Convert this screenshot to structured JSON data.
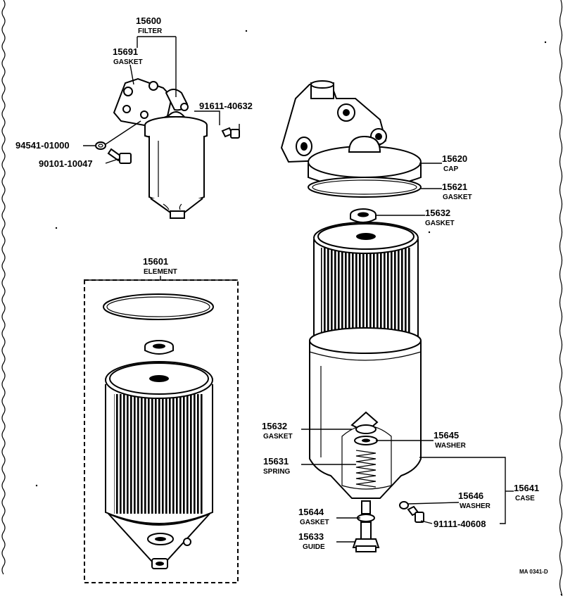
{
  "callouts": {
    "filter": {
      "num": "15600",
      "name": "FILTER"
    },
    "gasket_top": {
      "num": "15691",
      "name": "GASKET"
    },
    "bolt_a": {
      "num": "91611-40632"
    },
    "washer_a": {
      "num": "94541-01000"
    },
    "bolt_b": {
      "num": "90101-10047"
    },
    "element": {
      "num": "15601",
      "name": "ELEMENT"
    },
    "cap": {
      "num": "15620",
      "name": "CAP"
    },
    "cap_gasket": {
      "num": "15621",
      "name": "GASKET"
    },
    "gasket_upper": {
      "num": "15632",
      "name": "GASKET"
    },
    "gasket_inner": {
      "num": "15632",
      "name": "GASKET"
    },
    "spring": {
      "num": "15631",
      "name": "SPRING"
    },
    "washer_inner": {
      "num": "15645",
      "name": "WASHER"
    },
    "case": {
      "num": "15641",
      "name": "CASE"
    },
    "washer_drain": {
      "num": "15646",
      "name": "WASHER"
    },
    "drain_plug": {
      "num": "91111-40608"
    },
    "gasket_guide": {
      "num": "15644",
      "name": "GASKET"
    },
    "guide": {
      "num": "15633",
      "name": "GUIDE"
    }
  },
  "diagram_code": "MA 0341-D"
}
